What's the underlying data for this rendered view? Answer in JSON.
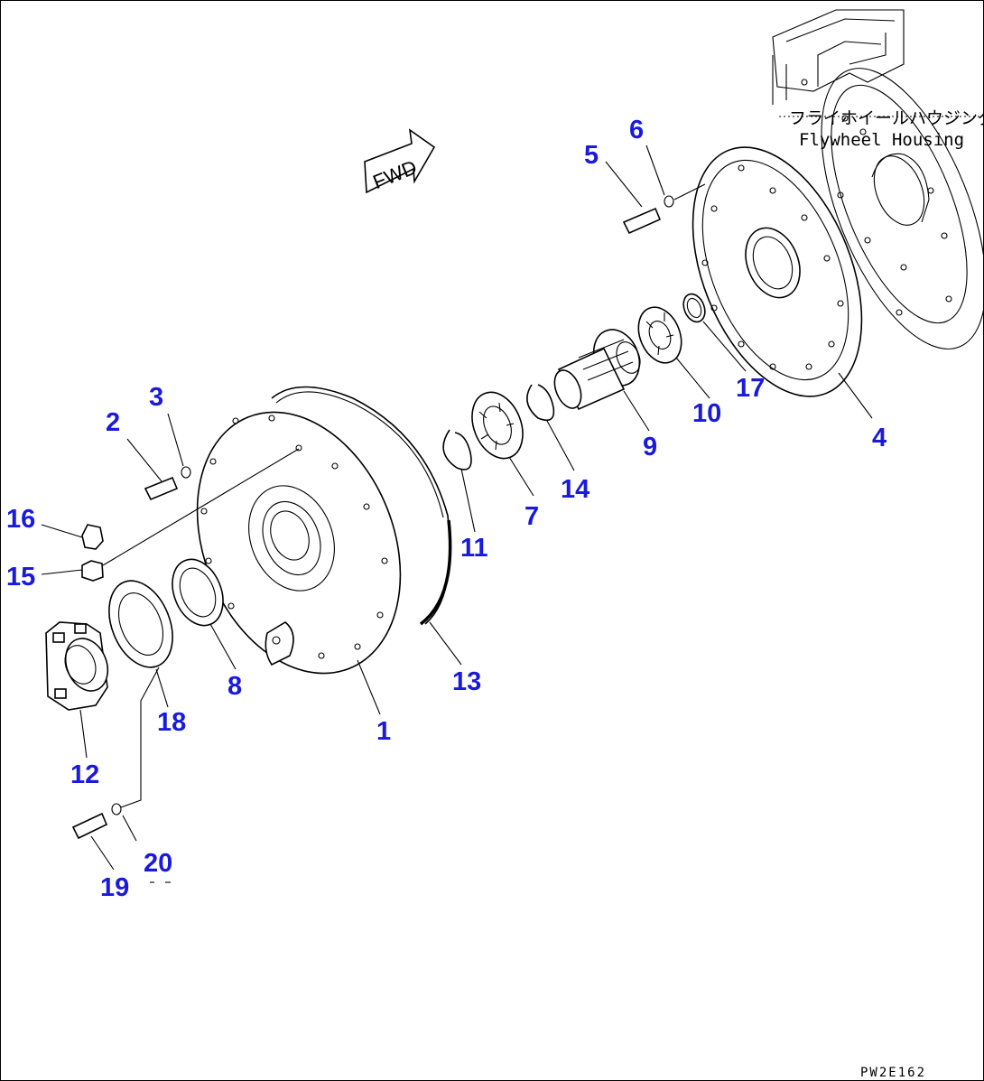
{
  "direction_label": "FWD",
  "housing_label_jp": "フライホイールハウジング",
  "housing_label_en": "Flywheel Housing",
  "drawing_code": "PW2E162",
  "callouts": {
    "p1": "1",
    "p2": "2",
    "p3": "3",
    "p4": "4",
    "p5": "5",
    "p6": "6",
    "p7": "7",
    "p8": "8",
    "p9": "9",
    "p10": "10",
    "p11": "11",
    "p12": "12",
    "p13": "13",
    "p14": "14",
    "p15": "15",
    "p16": "16",
    "p17": "17",
    "p18": "18",
    "p19": "19",
    "p20": "20"
  },
  "colors": {
    "callout": "#1a1adc",
    "line": "#000000",
    "background": "#ffffff"
  }
}
